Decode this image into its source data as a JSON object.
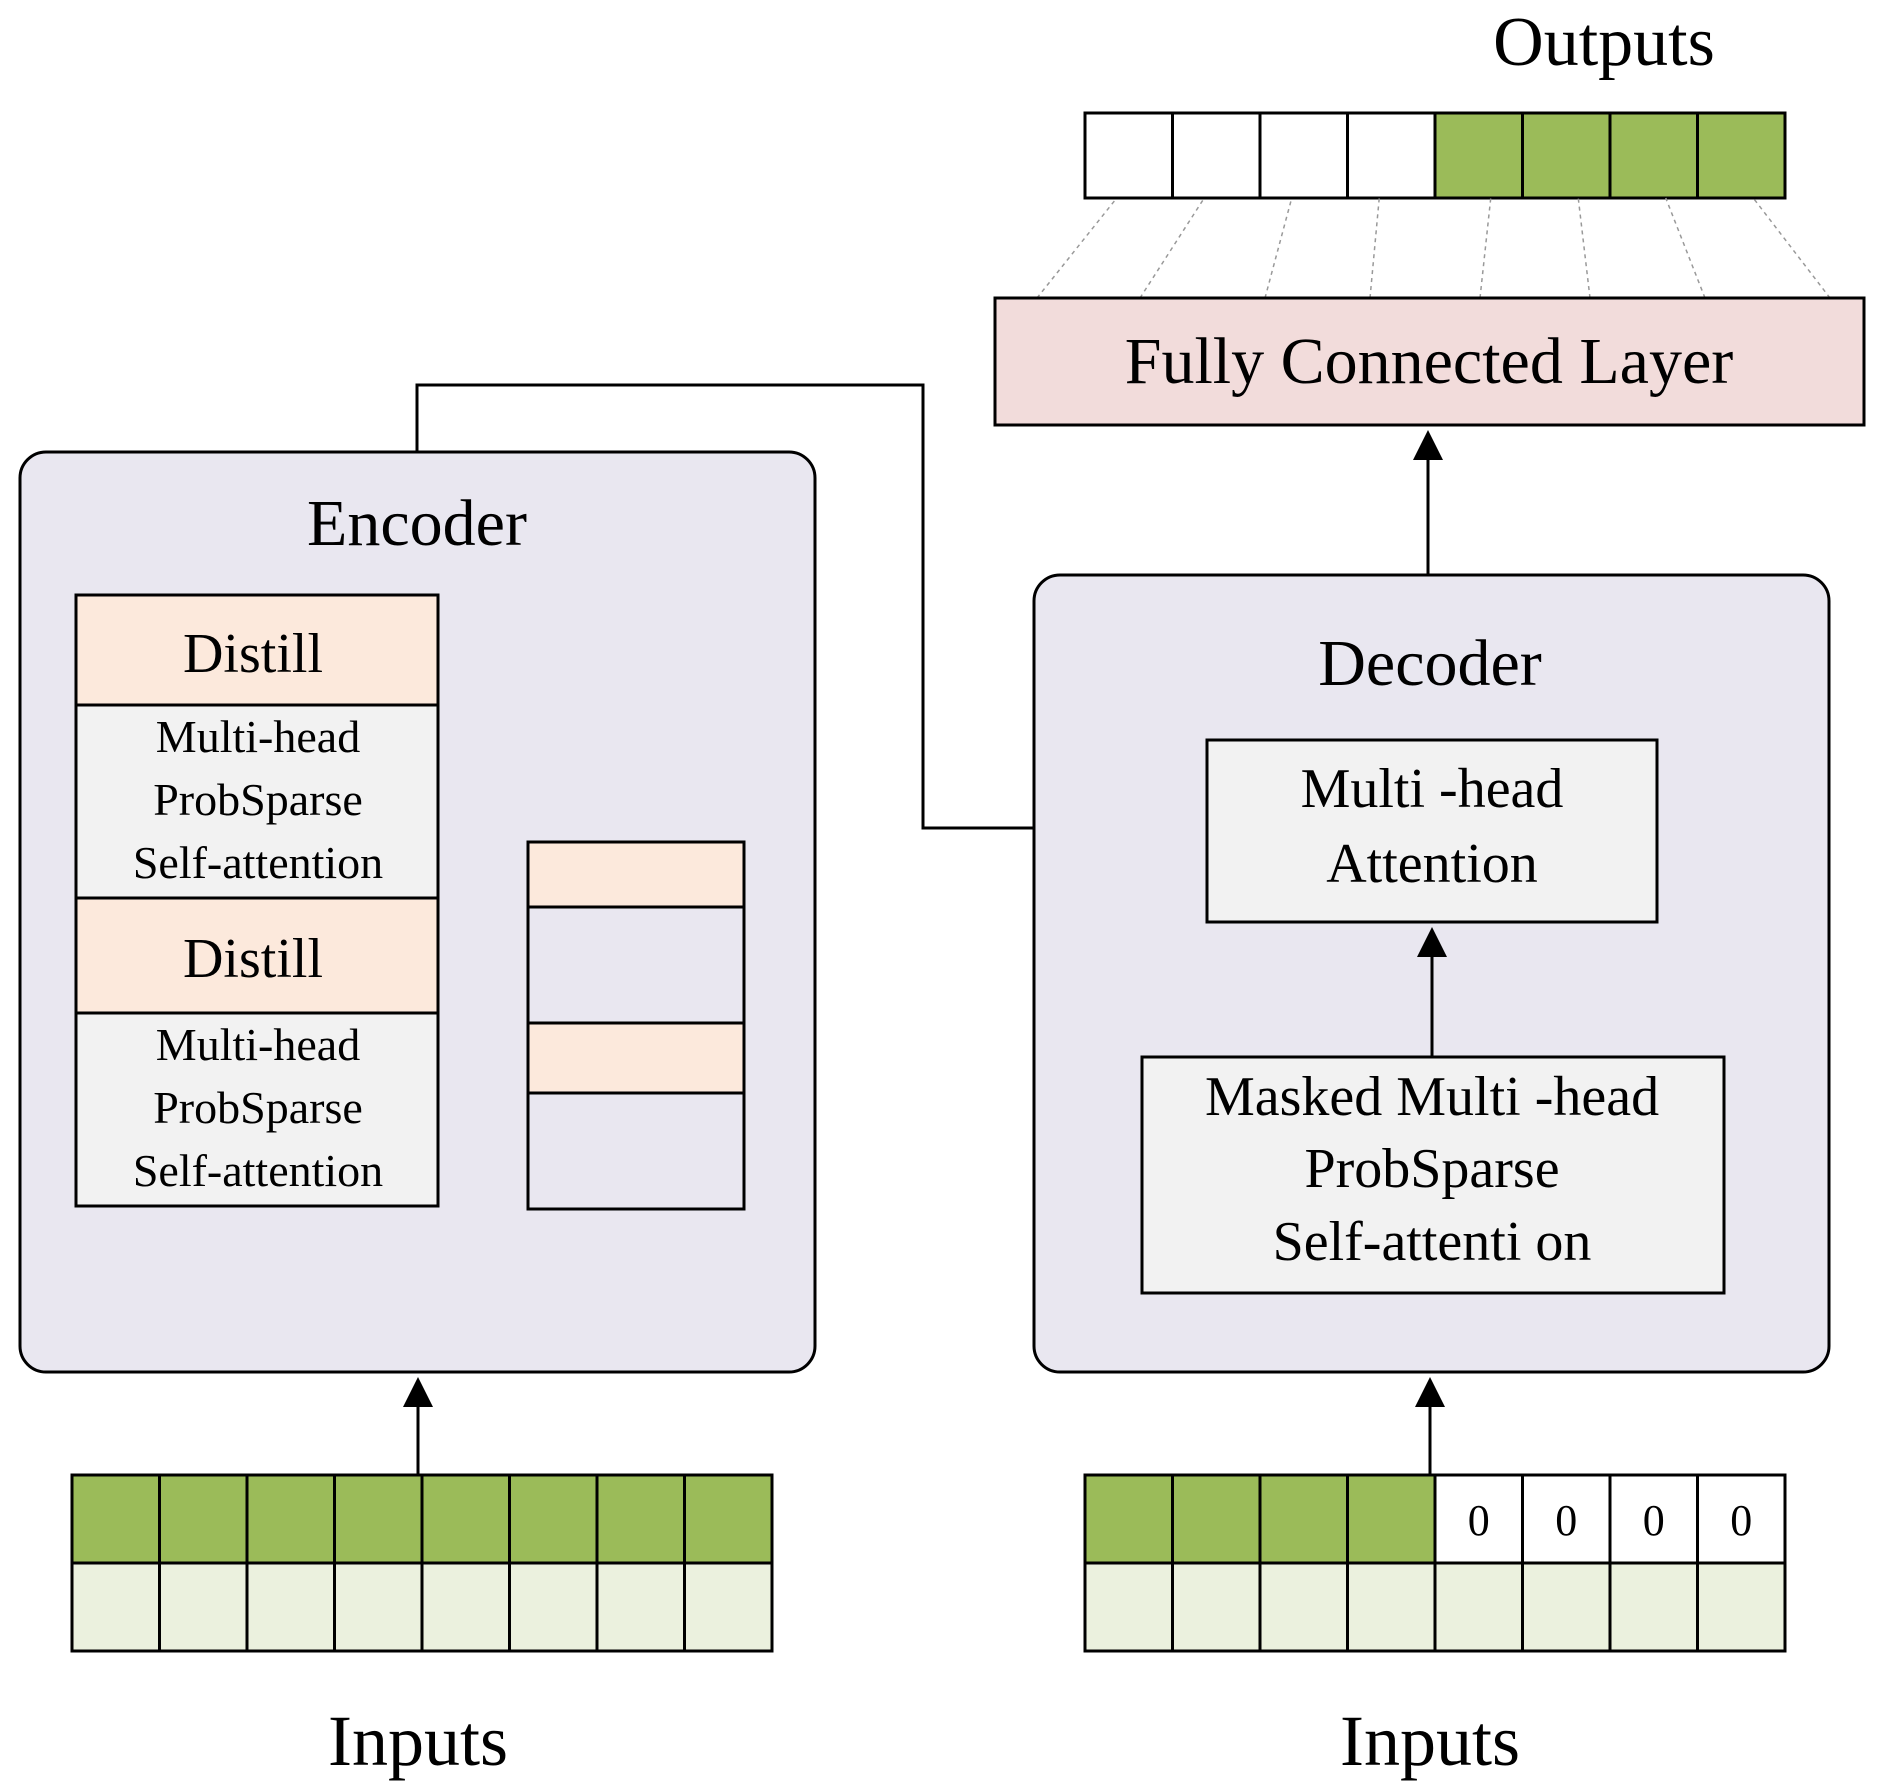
{
  "outputs_label": "Outputs",
  "fully_connected_label": "Fully Connected Layer",
  "encoder": {
    "title": "Encoder",
    "distill_label": "Distill",
    "attention_lines": [
      "Multi-head",
      "ProbSparse",
      "Self-attention"
    ]
  },
  "decoder": {
    "title": "Decoder",
    "cross_attention_lines": [
      "Multi -head",
      "Attention"
    ],
    "masked_attention_lines": [
      "Masked Multi -head",
      "ProbSparse",
      "Self-attenti on"
    ]
  },
  "encoder_inputs_label": "Inputs",
  "decoder_inputs_label": "Inputs",
  "decoder_zero_value": "0",
  "colors": {
    "green": "#9bbb59",
    "light_green": "#ebf1de",
    "peach": "#fce9dc",
    "pink": "#f2dcdb",
    "box_gray": "#f2f2f2",
    "panel": "#e9e7f0"
  }
}
